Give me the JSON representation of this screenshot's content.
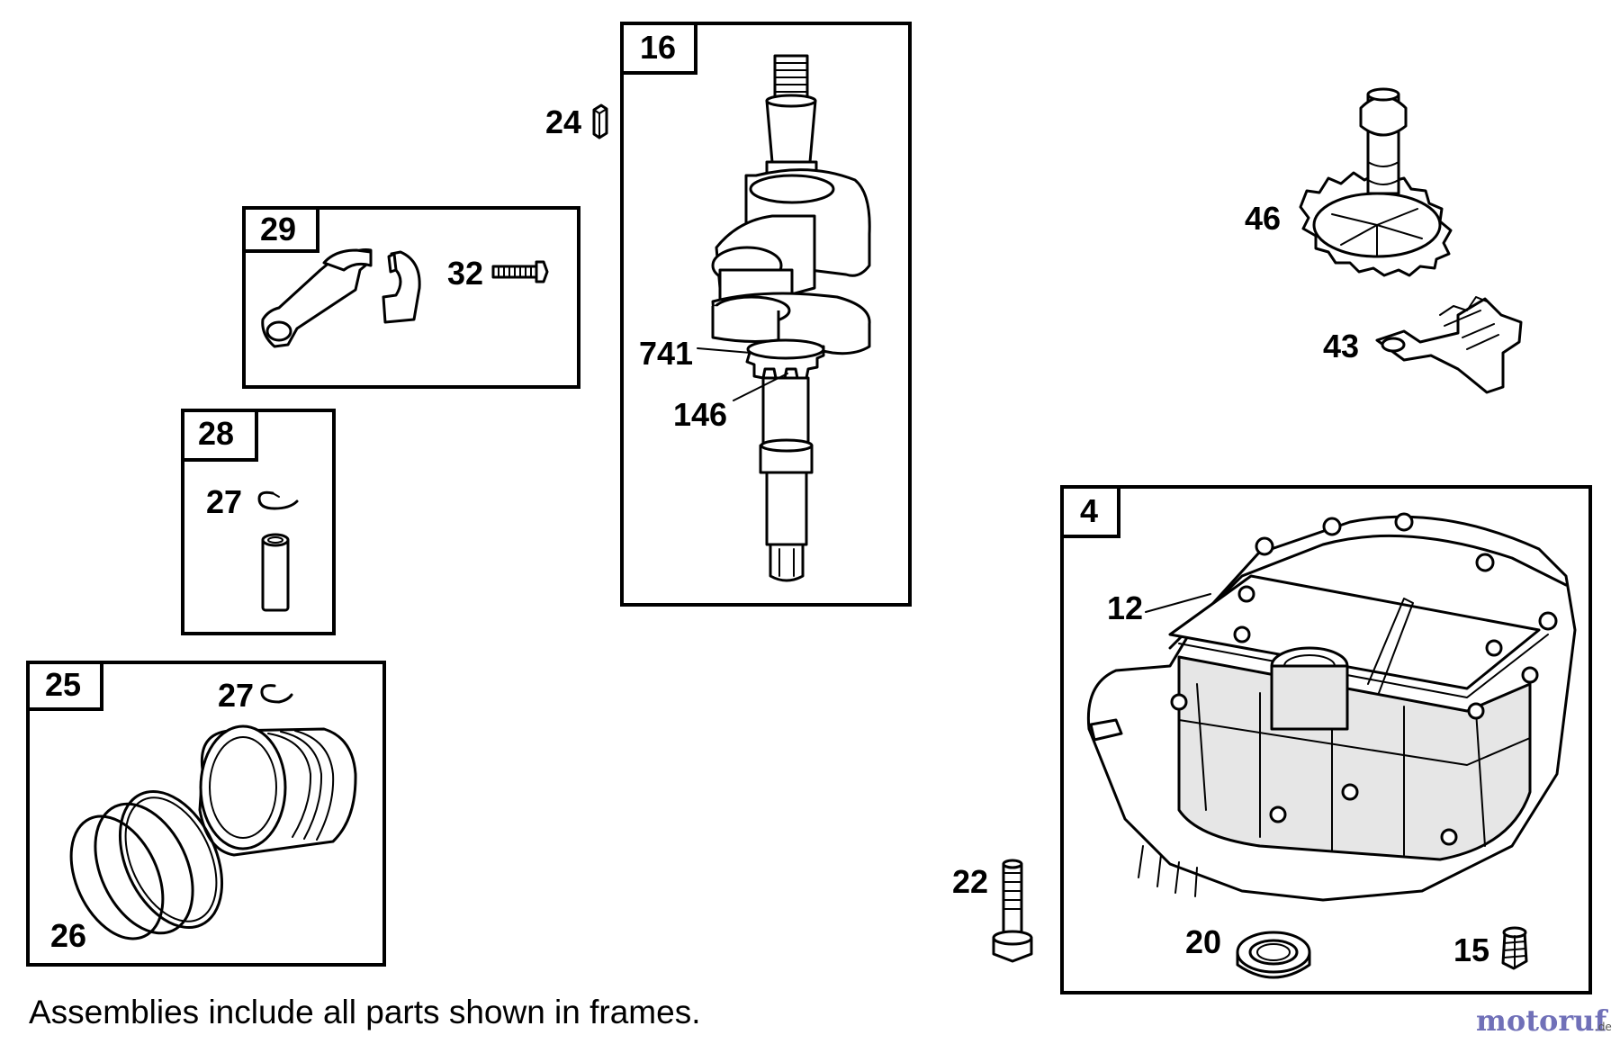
{
  "frames": {
    "f16": "16",
    "f29": "29",
    "f28": "28",
    "f25": "25",
    "f4": "4"
  },
  "callouts": {
    "c24": "24",
    "c32": "32",
    "c27a": "27",
    "c27b": "27",
    "c26": "26",
    "c741": "741",
    "c146": "146",
    "c46": "46",
    "c43": "43",
    "c12": "12",
    "c22": "22",
    "c20": "20",
    "c15": "15"
  },
  "footnote": "Assemblies include all parts shown in frames.",
  "watermark": {
    "text": "motoruf",
    "suffix": ".de"
  },
  "icons": [
    "connecting-rod-icon",
    "screw-icon",
    "key-icon",
    "crankshaft-icon",
    "gear-icon",
    "retaining-ring-icon",
    "piston-pin-icon",
    "piston-icon",
    "piston-rings-icon",
    "camshaft-gear-icon",
    "governor-bracket-icon",
    "sump-cover-icon",
    "bolt-icon",
    "oil-seal-icon",
    "drain-plug-icon"
  ]
}
